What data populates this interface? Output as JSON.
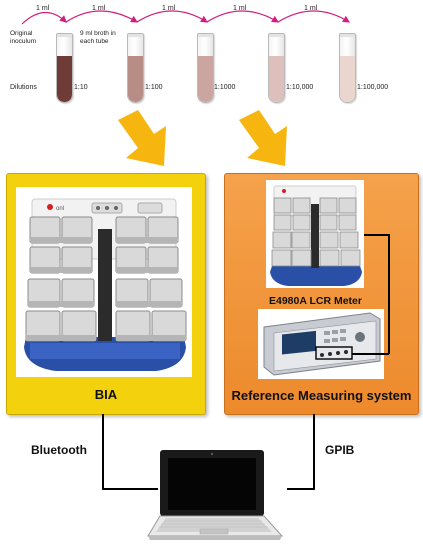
{
  "dilution": {
    "transfer_labels": [
      "1 ml",
      "1 ml",
      "1 ml",
      "1 ml",
      "1 ml"
    ],
    "original_inoculum": "Original inoculum",
    "broth_note": "9 ml broth in each tube",
    "dilutions_label": "Dilutions",
    "tubes": [
      {
        "ratio": "1:10",
        "color": "#6f3b36"
      },
      {
        "ratio": "1:100",
        "color": "#b88d86"
      },
      {
        "ratio": "1:1000",
        "color": "#cba5a0"
      },
      {
        "ratio": "1:10,000",
        "color": "#ddc0bc"
      },
      {
        "ratio": "1:100,000",
        "color": "#ead5cf"
      }
    ]
  },
  "colors": {
    "arrow": "#f6b60f",
    "transfer_arrow": "#d0207f",
    "bia_frame": "#f3d10c",
    "reference_frame": "#ed8a2c"
  },
  "bia": {
    "label": "BIA"
  },
  "reference": {
    "meter_label": "E4980A  LCR Meter",
    "label": "Reference Measuring system"
  },
  "links": {
    "left": "Bluetooth",
    "right": "GPIB"
  },
  "icons": {
    "computer": "laptop-icon"
  }
}
